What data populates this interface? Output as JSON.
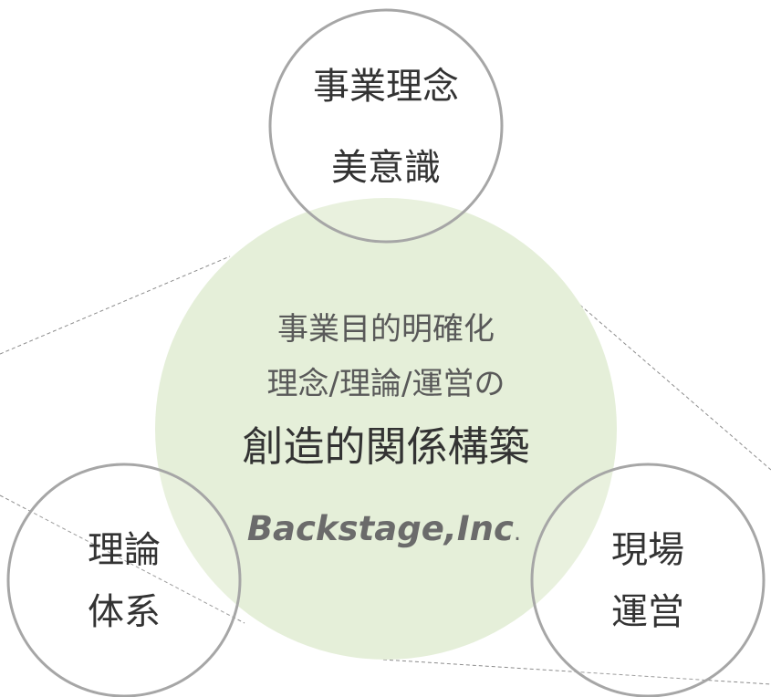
{
  "colors": {
    "center_fill": "#e5efd9",
    "circle_stroke": "#a6a6a6",
    "circle_fill": "#ffffff",
    "dash_line": "#8c8c8c",
    "text_main": "#333333",
    "text_muted": "#595959",
    "brand_text": "#6b6b6b"
  },
  "top_circle": {
    "line1": "事業理念",
    "line2": "美意識"
  },
  "center": {
    "line1": "事業目的明確化",
    "line2": "理念/理論/運営の",
    "headline": "創造的関係構築",
    "brand_main": "Backstage,Inc",
    "brand_dot": "."
  },
  "left_circle": {
    "line1": "理論",
    "line2": "体系"
  },
  "right_circle": {
    "line1": "現場",
    "line2": "運営"
  }
}
